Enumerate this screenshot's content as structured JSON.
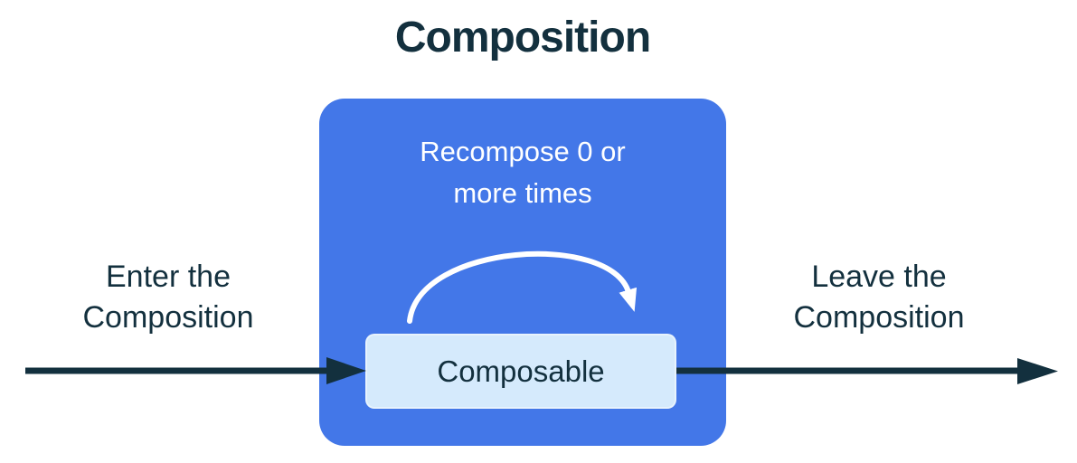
{
  "title": "Composition",
  "labels": {
    "recompose": "Recompose 0 or\nmore times",
    "composable": "Composable",
    "enter": "Enter the\nComposition",
    "leave": "Leave the\nComposition"
  },
  "colors": {
    "background": "#FFFFFF",
    "dark": "#13303E",
    "blue": "#4377E8",
    "light_blue": "#D5EAFC",
    "white": "#FFFFFF"
  }
}
